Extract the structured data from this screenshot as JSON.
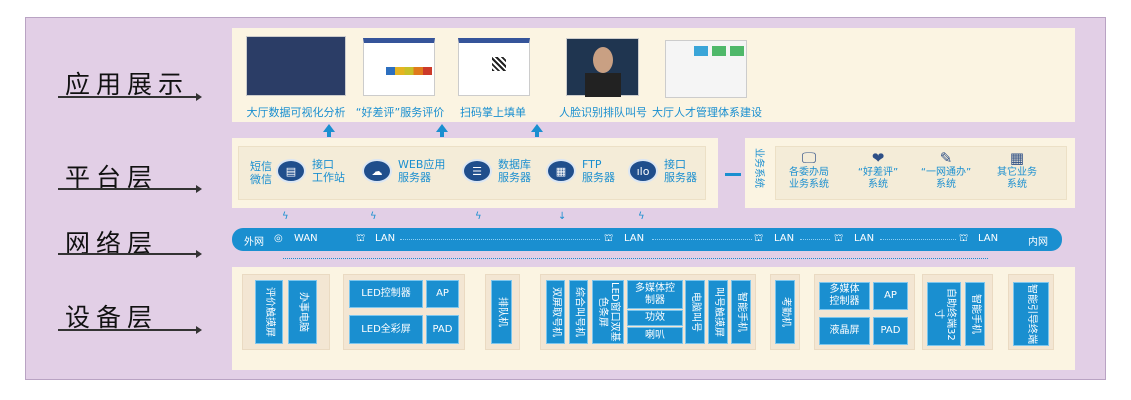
{
  "layers": {
    "app": "应用展示",
    "platform": "平台层",
    "network": "网络层",
    "device": "设备层"
  },
  "app": [
    {
      "caption": "大厅数据可视化分析"
    },
    {
      "caption": "“好差评”服务评价"
    },
    {
      "caption": "扫码掌上填单"
    },
    {
      "caption": "人脸识别排队叫号"
    },
    {
      "caption": "大厅人才管理体系建设"
    }
  ],
  "platform": {
    "side_label": "短信\n微信",
    "services": [
      {
        "label": "接口\n工作站",
        "icon": "id-card-icon"
      },
      {
        "label": "WEB应用\n服务器",
        "icon": "cloud-icon"
      },
      {
        "label": "数据库\n服务器",
        "icon": "database-icon"
      },
      {
        "label": "FTP\n服务器",
        "icon": "ftp-icon"
      },
      {
        "label": "接口\n服务器",
        "icon": "interface-icon"
      }
    ],
    "business_label": "业务系统",
    "business": [
      {
        "label": "各委办局\n业务系统",
        "icon": "monitor-add-icon"
      },
      {
        "label": "“好差评”\n系统",
        "icon": "heart-hand-icon"
      },
      {
        "label": "“一网通办”\n系统",
        "icon": "edit-icon"
      },
      {
        "label": "其它业务\n系统",
        "icon": "apps-icon"
      }
    ]
  },
  "network": {
    "outer": "外网",
    "wan": "WAN",
    "lan": "LAN",
    "inner": "内网"
  },
  "devices": {
    "eval_touch": "评价触摸屏",
    "office_pc": "办事电脑",
    "led_ctrl": "LED控制器",
    "ap": "AP",
    "led_full": "LED全彩屏",
    "pad": "PAD",
    "queue": "排队机",
    "dual_ticket": "双屏取号机",
    "combo_call": "综合叫号机",
    "led_window": "LED窗口双基色条屏",
    "mm_ctrl": "多媒体控制器",
    "amp": "功效",
    "speaker": "喇叭",
    "pc_call": "电脑叫号",
    "call_touch": "叫号触摸屏",
    "phone": "智能手机",
    "attendance": "考勤机",
    "mm_ctrl2": "多媒体\n控制器",
    "lcd": "液晶屏",
    "kiosk": "自助终端32寸",
    "guide": "智能引导终端"
  },
  "colors": {
    "accent": "#1a8fd0",
    "background": "#e2cfe6",
    "panel": "#fbf4e2"
  }
}
